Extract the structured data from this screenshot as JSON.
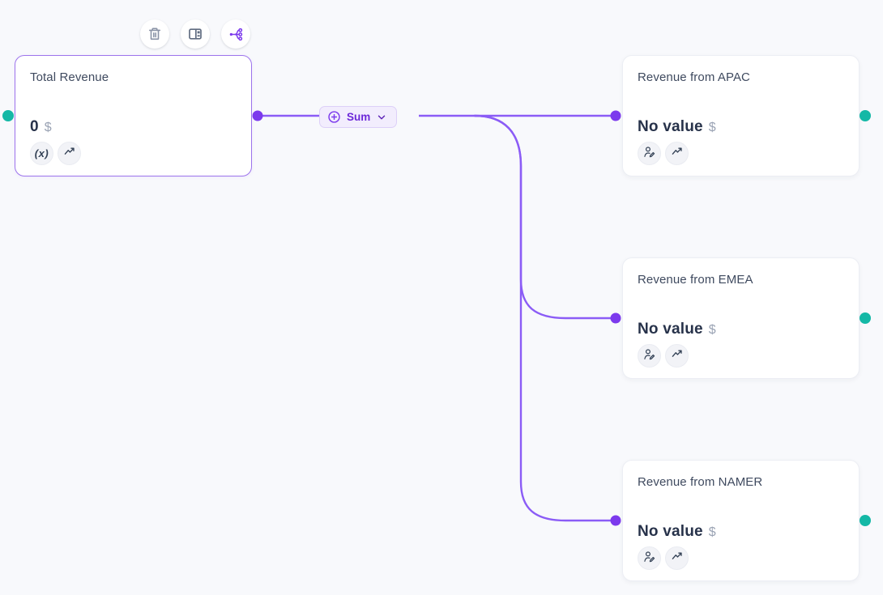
{
  "toolbar": {
    "buttons": [
      {
        "id": "delete",
        "icon": "trash-icon"
      },
      {
        "id": "side-panel",
        "icon": "side-panel-icon"
      },
      {
        "id": "tree-layout",
        "icon": "tree-branches-icon"
      }
    ]
  },
  "operator": {
    "label": "Sum",
    "icon": "plus-circle-icon",
    "dropdown_icon": "chevron-down-icon"
  },
  "source_node": {
    "title": "Total Revenue",
    "value": "0",
    "unit": "$",
    "badges": [
      {
        "icon": "formula-icon",
        "glyph": "(x)"
      },
      {
        "icon": "trend-up-icon"
      }
    ]
  },
  "target_nodes": [
    {
      "title": "Revenue from APAC",
      "value": "No value",
      "unit": "$",
      "badges": [
        {
          "icon": "person-edit-icon"
        },
        {
          "icon": "trend-up-icon"
        }
      ]
    },
    {
      "title": "Revenue from EMEA",
      "value": "No value",
      "unit": "$",
      "badges": [
        {
          "icon": "person-edit-icon"
        },
        {
          "icon": "trend-up-icon"
        }
      ]
    },
    {
      "title": "Revenue from NAMER",
      "value": "No value",
      "unit": "$",
      "badges": [
        {
          "icon": "person-edit-icon"
        },
        {
          "icon": "trend-up-icon"
        }
      ]
    }
  ],
  "colors": {
    "canvas_bg": "#f8f9fc",
    "accent_purple": "#7c3aed",
    "edge_purple": "#8b5cf6",
    "handle_green": "#14b8a6"
  }
}
